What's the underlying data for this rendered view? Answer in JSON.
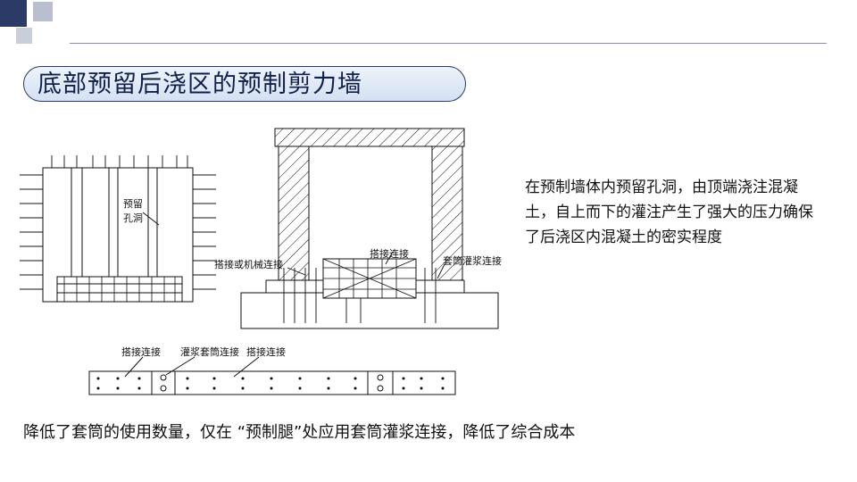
{
  "slide": {
    "title": "底部预留后浇区的预制剪力墙",
    "description": "在预制墙体内预留孔洞，由顶端浇注混凝土，自上而下的灌注产生了强大的压力确保了后浇区内混凝土的密实程度",
    "caption": "降低了套筒的使用数量，仅在 “预制腿”处应用套筒灌浆连接，降低了综合成本"
  },
  "drawing": {
    "label_reserved_hole": "预留\n孔洞",
    "label_lap_or_mechanical": "搭接或机械连接",
    "label_lap_top": "搭接连接",
    "label_sleeve_grout_right": "套筒灌浆连接",
    "label_lap_bottom_left": "搭接连接",
    "label_sleeve_grout_bottom": "灌浆套筒连接",
    "label_lap_bottom_right": "搭接连接"
  },
  "colors": {
    "accent_navy": "#2b3a67",
    "pill_fill": "#d4e0f2",
    "deco_light": "#b9bfd0"
  }
}
